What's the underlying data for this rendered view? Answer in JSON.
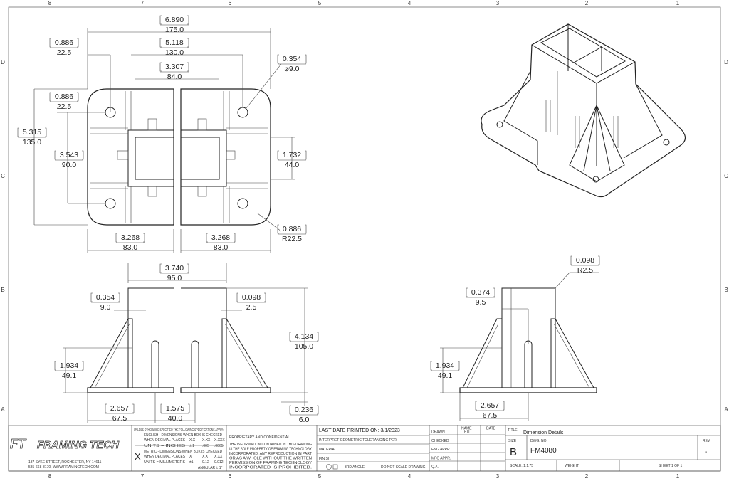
{
  "sheet": {
    "zones_top": [
      "8",
      "7",
      "6",
      "5",
      "4",
      "3",
      "2",
      "1"
    ],
    "zones_side": [
      "D",
      "C",
      "B",
      "A"
    ]
  },
  "dimensions": [
    {
      "in": "6.890",
      "mm": "175.0"
    },
    {
      "in": "0.886",
      "mm": "22.5"
    },
    {
      "in": "5.118",
      "mm": "130.0"
    },
    {
      "in": "3.307",
      "mm": "84.0"
    },
    {
      "in": "0.354",
      "mm": "⌀9.0"
    },
    {
      "in": "0.886",
      "mm": "22.5"
    },
    {
      "in": "5.315",
      "mm": "135.0"
    },
    {
      "in": "3.543",
      "mm": "90.0"
    },
    {
      "in": "1.732",
      "mm": "44.0"
    },
    {
      "in": "0.886",
      "mm": "R22.5"
    },
    {
      "in": "3.268",
      "mm": "83.0"
    },
    {
      "in": "3.268",
      "mm": "83.0"
    },
    {
      "in": "3.740",
      "mm": "95.0"
    },
    {
      "in": "0.354",
      "mm": "9.0"
    },
    {
      "in": "0.098",
      "mm": "2.5"
    },
    {
      "in": "4.134",
      "mm": "105.0"
    },
    {
      "in": "1.934",
      "mm": "49.1"
    },
    {
      "in": "2.657",
      "mm": "67.5"
    },
    {
      "in": "1.575",
      "mm": "40.0"
    },
    {
      "in": "0.236",
      "mm": "6.0"
    },
    {
      "in": "0.098",
      "mm": "R2.5"
    },
    {
      "in": "0.374",
      "mm": "9.5"
    },
    {
      "in": "1.934",
      "mm": "49.1"
    },
    {
      "in": "2.657",
      "mm": "67.5"
    }
  ],
  "title_block": {
    "company": "FRAMING TECH",
    "logo_text": "FT",
    "address": "137 SYKE STREET, ROCHESTER, NY 14611",
    "contact": "585-668-8170, WWW.FRAMINGTECH.COM",
    "tolerance_header": "UNLESS OTHERWISE SPECIFIED THE FOLLOWING SPECIFICATIONS APPLY:",
    "english_header": "ENGLISH - DIMENSIONS WHEN BOX IS CHECKED",
    "english_rows": [
      [
        "WHEN DECIMAL PLACES",
        "X.X",
        "X.XX",
        "X.XXX"
      ],
      [
        "UNITS = INCHES",
        "±.1",
        ".005",
        ".0005"
      ]
    ],
    "metric_mark": "X",
    "metric_header": "METRIC - DIMENSIONS WHEN BOX IS CHECKED",
    "metric_rows": [
      [
        "WHEN DECIMAL PLACES",
        "X",
        "X.X",
        "X.XX"
      ],
      [
        "UNITS = MILLIMETERS",
        "±1",
        "0.12",
        "0.012"
      ]
    ],
    "angular": "ANGULAR ± 1°",
    "proprietary_title": "PROPRIETARY AND CONFIDENTIAL",
    "proprietary_text": [
      "THE INFORMATION CONTAINED IN THIS DRAWING",
      "IS THE SOLE PROPERTY OF FRAMING TECHNOLOGY",
      "INCORPORATED. ANY REPRODUCTION IN PART",
      "OR AS A WHOLE WITHOUT THE WRITTEN",
      "PERMISSION OF FRAMING TECHNOLOGY",
      "INCORPORATED IS PROHIBITED."
    ],
    "last_printed": "LAST DATE PRINTED ON: 3/1/2023",
    "interpret": "INTERPRET GEOMETRIC TOLERANCING PER:",
    "material": "MATERIAL",
    "finish": "FINISH",
    "projection": "3RD ANGLE",
    "no_scale": "DO NOT SCALE DRAWING",
    "col_name": "NAME",
    "col_date": "DATE",
    "roles": [
      "DRAWN",
      "CHECKED",
      "ENG APPR.",
      "MFG APPR.",
      "Q.A."
    ],
    "drawn_name": "FTI",
    "title_label": "TITLE:",
    "title": "Dimension Details",
    "size_label": "SIZE",
    "size": "B",
    "dwg_label": "DWG. NO.",
    "dwg_no": "FM4080",
    "rev_label": "REV",
    "rev": "-",
    "scale": "SCALE: 1:1.75",
    "weight": "WEIGHT:",
    "sheet": "SHEET 1 OF 1"
  }
}
